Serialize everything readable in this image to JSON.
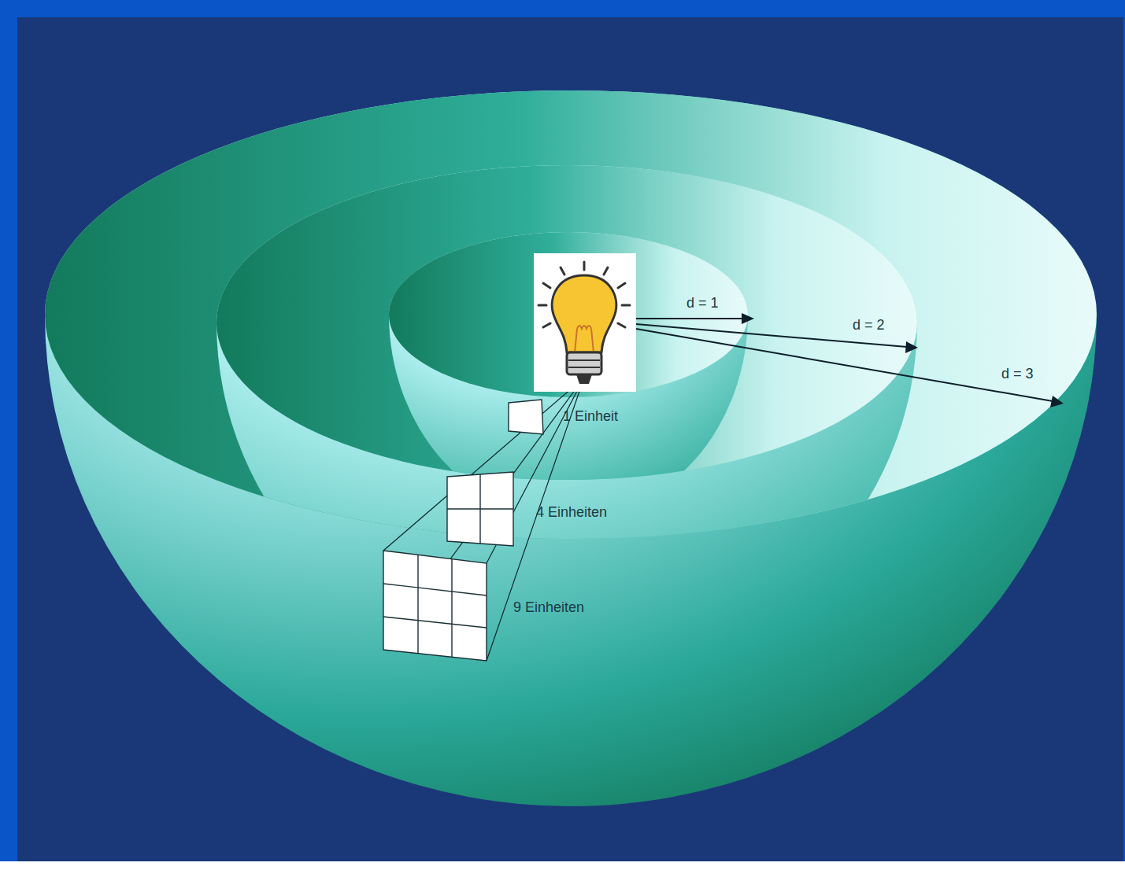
{
  "diagram": {
    "labels": [
      "d = 1",
      "d = 2",
      "d = 3",
      "1 Einheit",
      "4 Einheiten",
      "9 Einheiten"
    ]
  }
}
